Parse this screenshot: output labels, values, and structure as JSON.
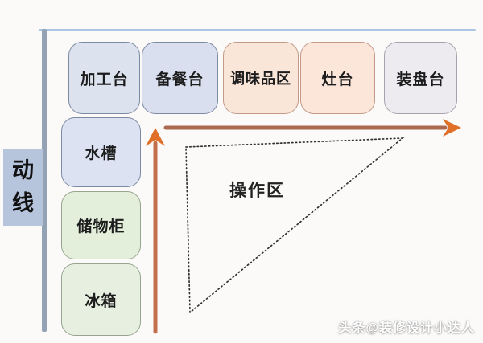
{
  "diagram": {
    "flow_label_char1": "动",
    "flow_label_char2": "线",
    "top_row": [
      {
        "label": "加工台",
        "bg": "#dde2ef",
        "border": "#7c8aa2"
      },
      {
        "label": "备餐台",
        "bg": "#d9dfee",
        "border": "#7c8aa2"
      },
      {
        "label": "调味品区",
        "bg": "#fae5d9",
        "border": "#c39a87"
      },
      {
        "label": "灶台",
        "bg": "#fbe6d9",
        "border": "#c39a87"
      },
      {
        "label": "装盘台",
        "bg": "#edebf0",
        "border": "#a8a2ae"
      }
    ],
    "left_column": [
      {
        "label": "水槽",
        "bg": "#dce2f1",
        "border": "#7c8aa2"
      },
      {
        "label": "储物柜",
        "bg": "#e3eedb",
        "border": "#97a590"
      },
      {
        "label": "冰箱",
        "bg": "#e7f0e0",
        "border": "#97a590"
      }
    ],
    "work_zone_label": "操作区",
    "watermark": "头条@装修设计小达人",
    "colors": {
      "frame_top": "#a9c7e2",
      "frame_left": "#93a2b5",
      "flow_label_bg": "#b6c5dc",
      "arrow_line_horizontal": "#ab6a4f",
      "arrow_line_vertical": "#c2704b",
      "arrow_head": "#e06f28",
      "triangle_stroke": "#333333"
    }
  }
}
